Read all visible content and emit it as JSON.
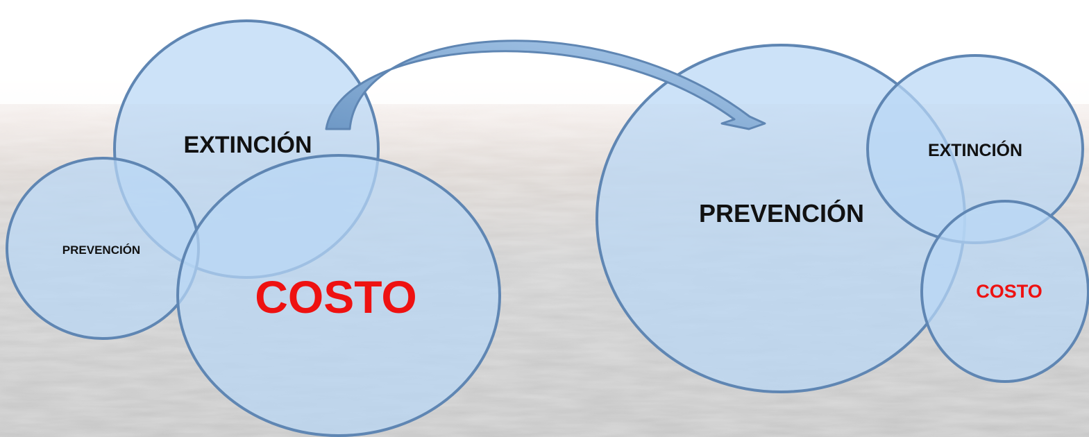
{
  "colors": {
    "circle_fill": "#b9d7f5",
    "circle_stroke": "#5f86b3",
    "arrow_fill": "#7ea7d0",
    "label_dark": "#111111",
    "label_accent": "#ee1111",
    "background_sky": "#ffffff",
    "background_field": "#c8c8c8"
  },
  "left_group": {
    "extincion": "EXTINCIÓN",
    "prevencion": "PREVENCIÓN",
    "costo": "COSTO"
  },
  "right_group": {
    "prevencion": "PREVENCIÓN",
    "extincion": "EXTINCIÓN",
    "costo": "COSTO"
  }
}
